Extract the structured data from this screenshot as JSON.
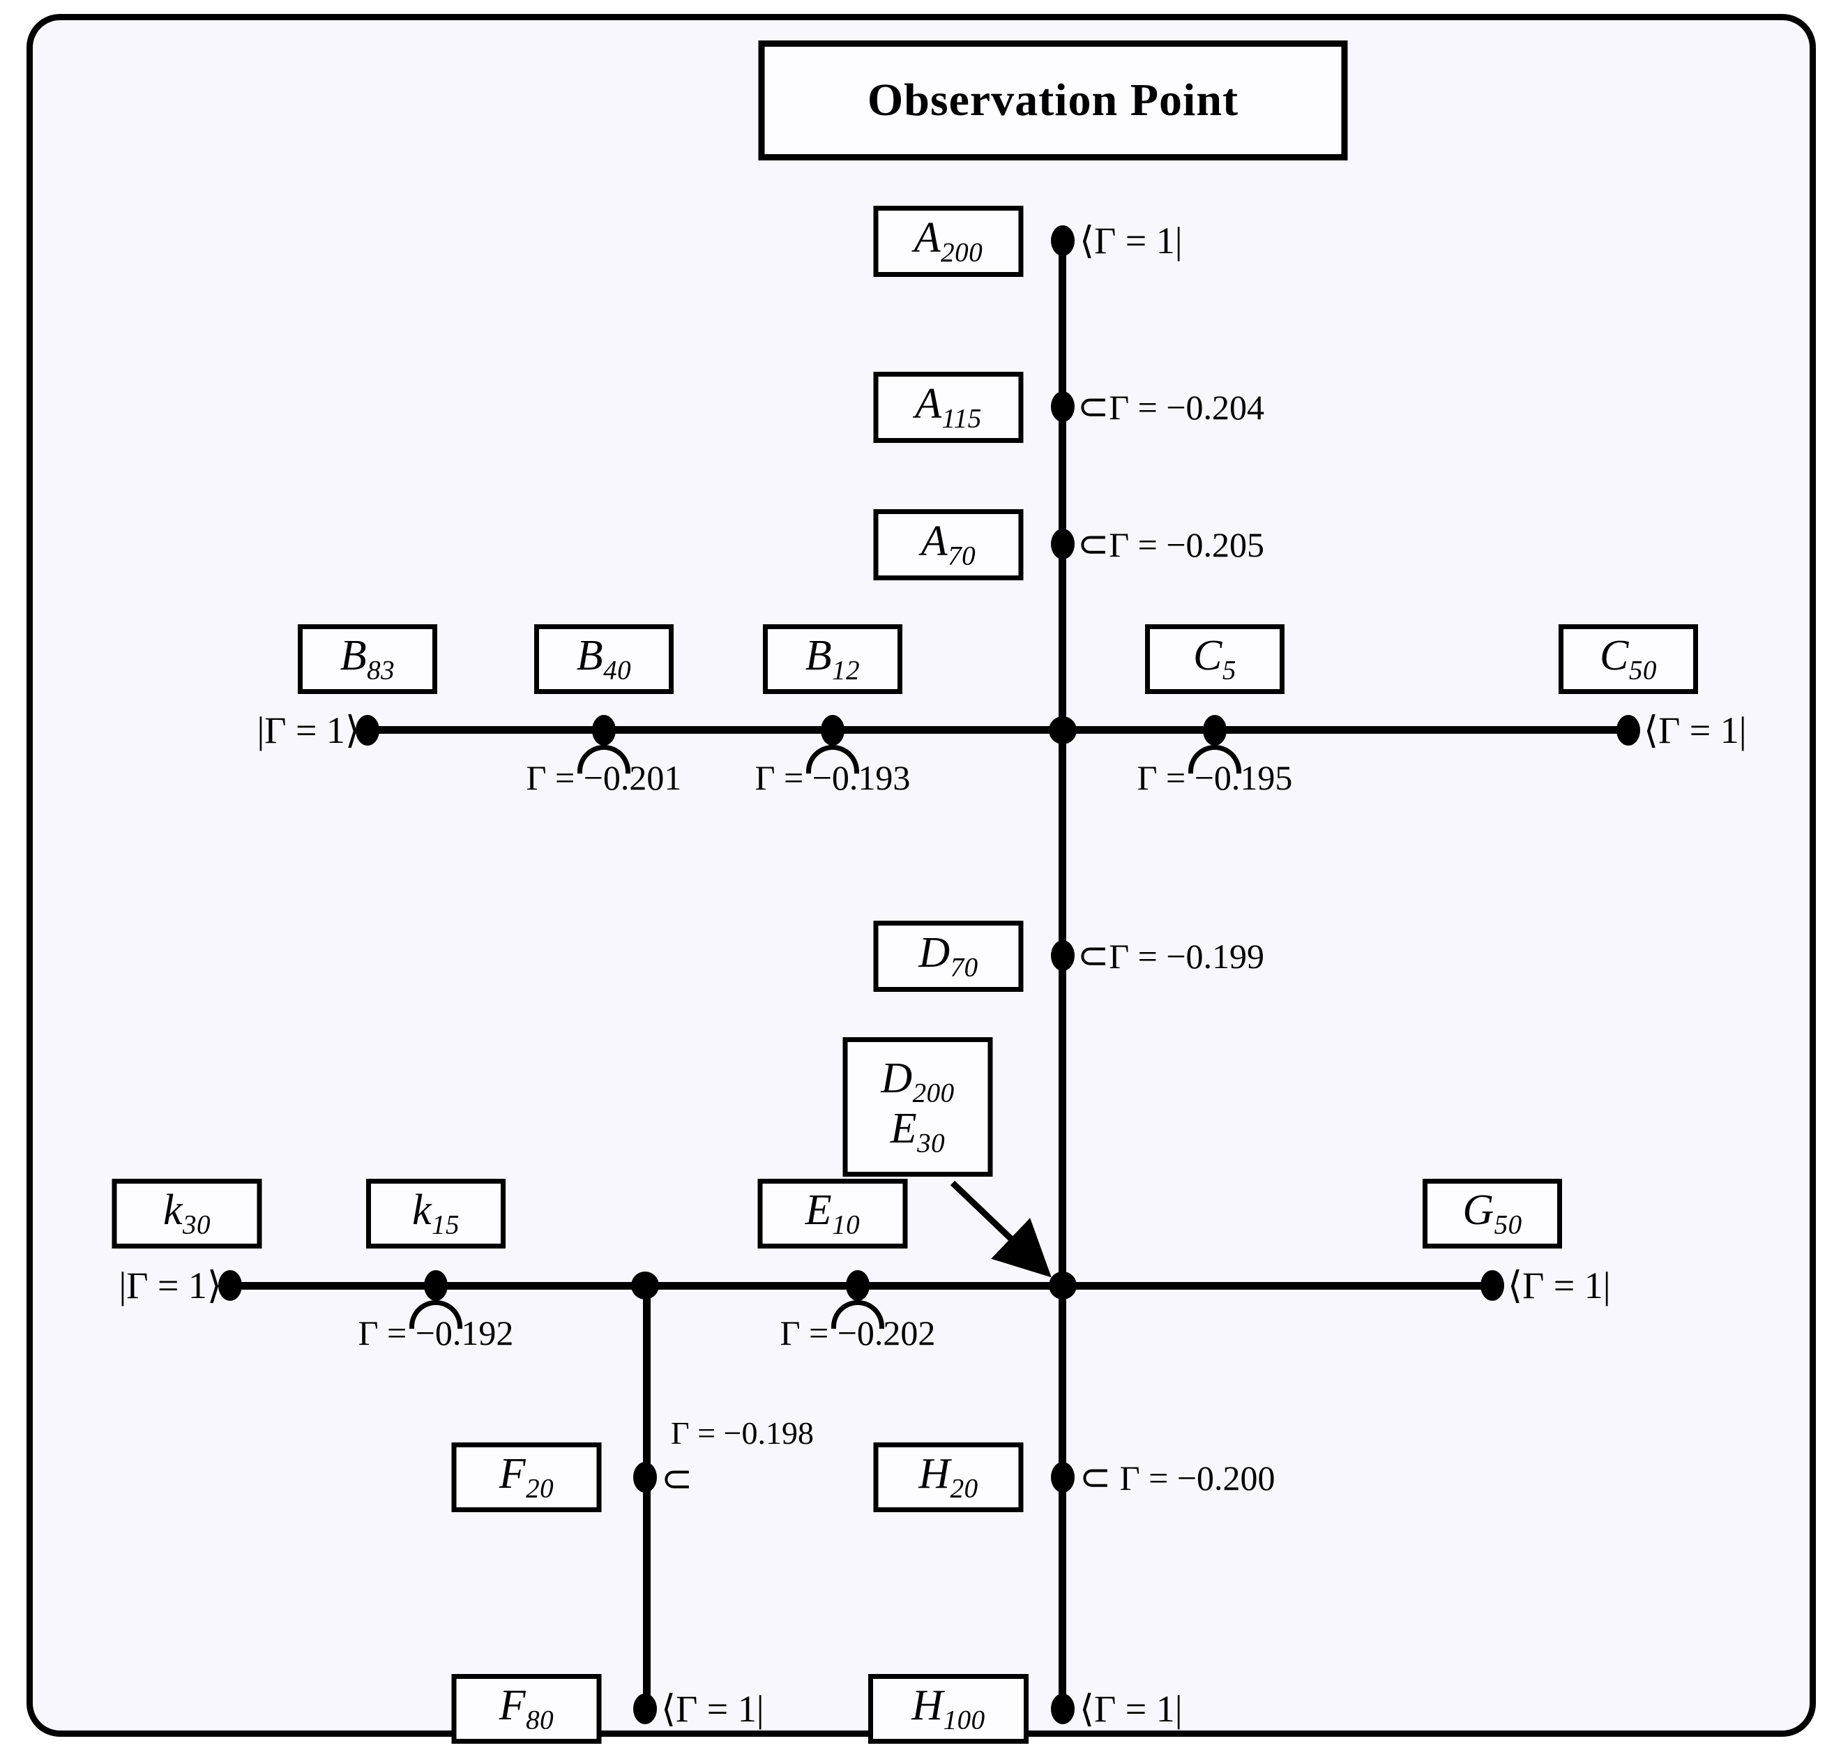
{
  "title": {
    "text": "Observation Point"
  },
  "terminals": {
    "ket": "|Γ = 1⟩",
    "bra": "⟨Γ = 1|"
  },
  "glyphs": {
    "subset": "⊂",
    "arc": "arc-marker"
  },
  "boxes": {
    "A200": "A",
    "A200_sub": "200",
    "A115": "A",
    "A115_sub": "115",
    "A70": "A",
    "A70_sub": "70",
    "B83": "B",
    "B83_sub": "83",
    "B40": "B",
    "B40_sub": "40",
    "B12": "B",
    "B12_sub": "12",
    "C5": "C",
    "C5_sub": "5",
    "C50": "C",
    "C50_sub": "50",
    "D70": "D",
    "D70_sub": "70",
    "D200": "D",
    "D200_sub": "200",
    "E30": "E",
    "E30_sub": "30",
    "E10": "E",
    "E10_sub": "10",
    "k30": "k",
    "k30_sub": "30",
    "k15": "k",
    "k15_sub": "15",
    "G50": "G",
    "G50_sub": "50",
    "F20": "F",
    "F20_sub": "20",
    "F80": "F",
    "F80_sub": "80",
    "H20": "H",
    "H20_sub": "20",
    "H100": "H",
    "H100_sub": "100"
  },
  "gamma_values": {
    "A115": "Γ = −0.204",
    "A70": "Γ = −0.205",
    "B40": "Γ = −0.201",
    "B12": "Γ = −0.193",
    "C5": "Γ = −0.195",
    "D70": "Γ = −0.199",
    "k15": "Γ = −0.192",
    "E10": "Γ = −0.202",
    "F20": "Γ = −0.198",
    "H20": "Γ = −0.200"
  },
  "chart_data": {
    "type": "diagram",
    "title": "Observation Point",
    "description": "Reflection-coefficient network diagram: three transmission lines (upper horizontal, lower horizontal, central vertical) with labelled tap nodes.",
    "lines": [
      {
        "name": "vertical-main",
        "orientation": "vertical",
        "nodes": [
          {
            "label": "A200",
            "terminal": "⟨Γ = 1|",
            "gamma": null
          },
          {
            "label": "A115",
            "terminal": null,
            "gamma": -0.204
          },
          {
            "label": "A70",
            "terminal": null,
            "gamma": -0.205
          },
          {
            "label": "junction-upper",
            "terminal": null,
            "gamma": null
          },
          {
            "label": "D70",
            "terminal": null,
            "gamma": -0.199
          },
          {
            "label": "junction-lower",
            "terminal": null,
            "gamma": null
          },
          {
            "label": "H20",
            "terminal": null,
            "gamma": -0.2
          },
          {
            "label": "H100",
            "terminal": "⟨Γ = 1|",
            "gamma": null
          }
        ]
      },
      {
        "name": "upper-horizontal",
        "orientation": "horizontal",
        "nodes": [
          {
            "label": "B83",
            "terminal": "|Γ = 1⟩",
            "gamma": null
          },
          {
            "label": "B40",
            "terminal": null,
            "gamma": -0.201
          },
          {
            "label": "B12",
            "terminal": null,
            "gamma": -0.193
          },
          {
            "label": "junction-upper",
            "terminal": null,
            "gamma": null
          },
          {
            "label": "C5",
            "terminal": null,
            "gamma": -0.195
          },
          {
            "label": "C50",
            "terminal": "⟨Γ = 1|",
            "gamma": null
          }
        ]
      },
      {
        "name": "lower-horizontal",
        "orientation": "horizontal",
        "nodes": [
          {
            "label": "k30",
            "terminal": "|Γ = 1⟩",
            "gamma": null
          },
          {
            "label": "k15",
            "terminal": null,
            "gamma": -0.192
          },
          {
            "label": "F-branch",
            "terminal": null,
            "gamma": null
          },
          {
            "label": "E10",
            "terminal": null,
            "gamma": -0.202
          },
          {
            "label": "junction-lower",
            "terminal": null,
            "gamma": null
          },
          {
            "label": "G50",
            "terminal": "⟨Γ = 1|",
            "gamma": null
          }
        ]
      },
      {
        "name": "F-vertical",
        "orientation": "vertical",
        "nodes": [
          {
            "label": "F-branch",
            "terminal": null,
            "gamma": null
          },
          {
            "label": "F20",
            "terminal": null,
            "gamma": -0.198
          },
          {
            "label": "F80",
            "terminal": "⟨Γ = 1|",
            "gamma": null
          }
        ]
      }
    ],
    "callout": {
      "labels": [
        "D200",
        "E30"
      ],
      "points_to": "junction-lower"
    }
  }
}
